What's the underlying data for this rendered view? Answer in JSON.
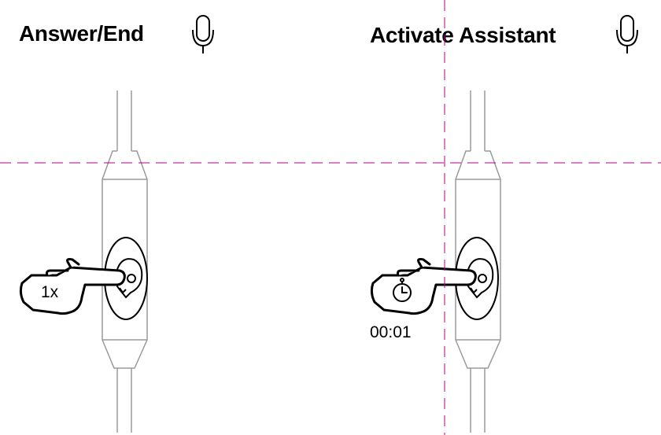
{
  "panels": [
    {
      "title": "Answer/End",
      "icon": "microphone-icon",
      "press_label": "1x",
      "timer_label": ""
    },
    {
      "title": "Activate Assistant",
      "icon": "microphone-icon",
      "press_label": "",
      "timer_label": "00:01"
    }
  ],
  "colors": {
    "guide_line": "#b0008f",
    "cable": "#9a9a9a",
    "ink": "#000000"
  }
}
